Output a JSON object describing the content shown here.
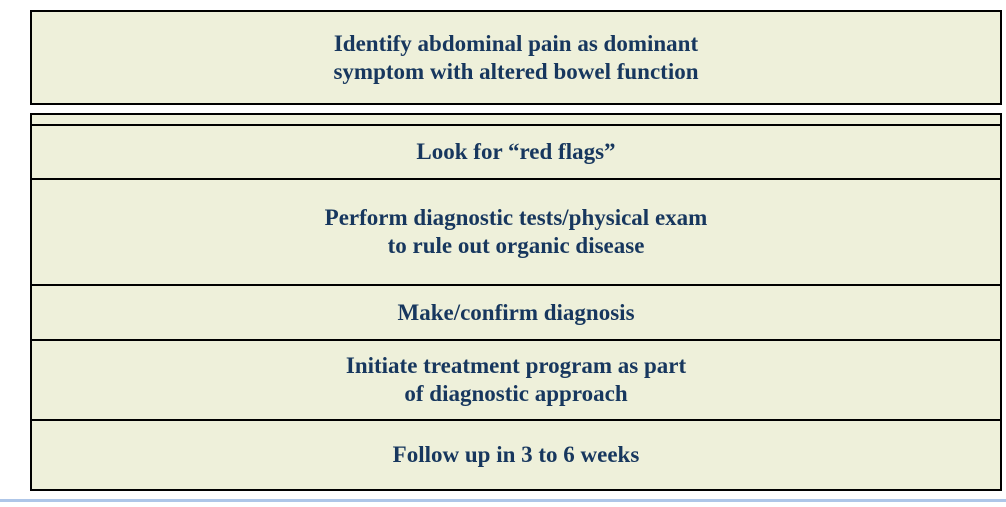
{
  "page": {
    "background_color": "#ffffff",
    "accent_line_color": "#aec6e8"
  },
  "diagram": {
    "box_fill_color": "#eef0da",
    "border_color": "#000000",
    "text_color": "#17375e",
    "steps": [
      {
        "lines": [
          "Identify abdominal pain as dominant",
          "symptom with altered bowel function"
        ]
      },
      {
        "lines": [
          "Look for “red flags”"
        ]
      },
      {
        "lines": [
          "Perform diagnostic tests/physical exam",
          "to rule out organic disease"
        ]
      },
      {
        "lines": [
          "Make/confirm diagnosis"
        ]
      },
      {
        "lines": [
          "Initiate treatment program as part",
          "of diagnostic approach"
        ]
      },
      {
        "lines": [
          "Follow up in 3 to 6 weeks"
        ]
      }
    ]
  }
}
